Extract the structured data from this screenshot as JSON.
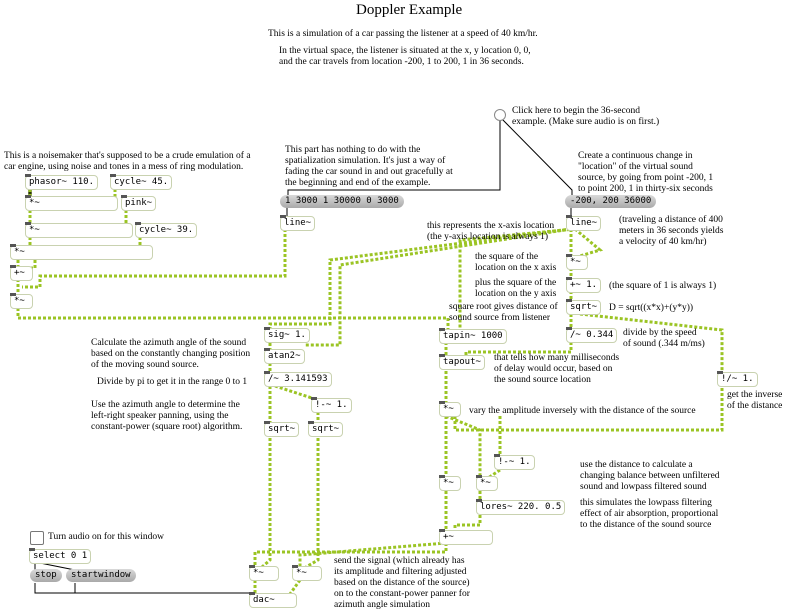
{
  "title": "Doppler Example",
  "intro": {
    "line1": "This is a simulation of a car passing the listener at a speed of 40 km/hr.",
    "line2": "In the virtual space, the listener is situated at the x, y location 0, 0,\nand the car travels from location -200, 1 to 200, 1 in 36 seconds."
  },
  "comments": {
    "click_here": "Click here to begin the 36-second\nexample. (Make sure audio is on first.)",
    "noisemaker": "This is a noisemaker that's supposed to be a crude emulation of a\ncar engine, using noise and tones in a mess of ring modulation.",
    "fade_part": "This part has nothing to do with the\nspatialization simulation. It's just a way of\nfading the car sound in and out gracefully at\nthe beginning and end of the example.",
    "continuous_change": "Create a continuous change in\n\"location\" of the virtual sound\nsource, by going from point -200, 1\nto point 200, 1 in thirty-six seconds",
    "x_axis": "this represents the x-axis location\n(the y-axis location is always 1)",
    "traveling": "(traveling a distance of 400\nmeters in 36 seconds yields\na velocity of 40 km/hr)",
    "square_x": "the square of the\nlocation on the x axis",
    "square_1": "(the square of 1 is always 1)",
    "plus_square_y": "plus the square of the\nlocation on the y axis",
    "distance_formula": "D = sqrt((x*x)+(y*y))",
    "square_root": "square root gives distance of\nsound source from listener",
    "divide_speed": "divide by the speed\nof sound (.344 m/ms)",
    "azimuth": "Calculate the azimuth angle of the sound\nbased on the constantly changing position\nof the moving sound source.",
    "divide_pi": "Divide by pi to get it in the range 0 to 1",
    "ms_delay": "that tells how many milliseconds\nof delay would occur, based on\nthe sound source location",
    "inverse": "get the inverse\nof the distance",
    "panning": "Use the azimuth angle to determine the\nleft-right speaker panning, using the\nconstant-power (square root) algorithm.",
    "vary_amplitude": "vary the amplitude inversely with the distance of the source",
    "balance": "use the distance to calculate a\nchanging balance between unfiltered\nsound and lowpass filtered sound",
    "lowpass": "this simulates the lowpass filtering\neffect of air absorption, proportional\nto the distance of the sound source",
    "turn_audio": "Turn audio on for this window",
    "send_signal": "send the signal (which already has\nits amplitude and filtering adjusted\nbased on the distance of the source)\non to the constant-power panner for\nazimuth angle simulation"
  },
  "objects": {
    "phasor": "phasor~ 110.",
    "cycle45": "cycle~ 45.",
    "mul1": "*~",
    "pink": "pink~",
    "mul2": "*~",
    "cycle39": "cycle~ 39.",
    "mul3": "*~",
    "plus1": "+~",
    "mul4": "*~",
    "line1": "line~",
    "line2": "line~",
    "mul_sq": "*~",
    "plus_one": "+~ 1.",
    "sqrt": "sqrt~",
    "div344": "/~ 0.344",
    "sig": "sig~ 1.",
    "atan2": "atan2~",
    "divpi": "/~ 3.141593",
    "rsub": "!-~ 1.",
    "sqrt_l": "sqrt~",
    "sqrt_r": "sqrt~",
    "tapin": "tapin~ 1000",
    "tapout": "tapout~",
    "rdiv": "!/~ 1.",
    "mul_amp": "*~",
    "rsub2": "!-~ 1.",
    "mul_a": "*~",
    "mul_b": "*~",
    "lores": "lores~ 220. 0.5",
    "plus2": "+~",
    "select": "select 0 1",
    "mul_l": "*~",
    "mul_r": "*~",
    "dac": "dac~"
  },
  "messages": {
    "fade": "1 3000 1 30000 0 3000",
    "loc": "-200, 200 36000",
    "stop": "stop",
    "startwindow": "startwindow"
  },
  "colors": {
    "signal_wire": "#9bc424",
    "control_wire": "#000000",
    "object_border": "#c9d2b0",
    "message_fill": "#bfbfbf"
  }
}
